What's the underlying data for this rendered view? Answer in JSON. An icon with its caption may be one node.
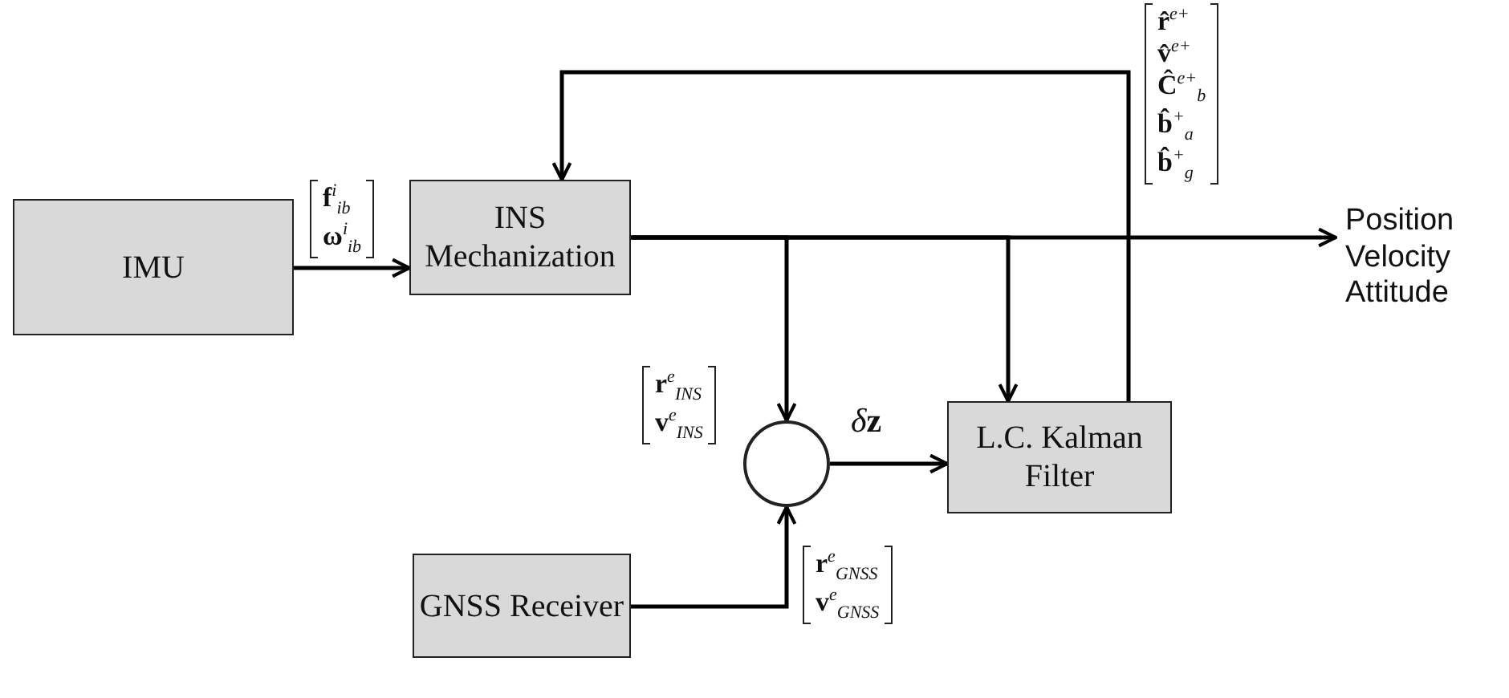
{
  "diagram": {
    "nodes": [
      {
        "text": [
          "IMU"
        ]
      },
      {
        "text": [
          "INS Mechanization"
        ]
      },
      {
        "text": [],
        "shape": "circle"
      },
      {
        "text": [
          "L.C. Kalman Filter"
        ]
      },
      {
        "text": [
          "GNSS Receiver"
        ]
      },
      {
        "text": [
          "Position Velocity Attitude"
        ]
      }
    ],
    "edges": [
      {
        "from": 0,
        "to": 1,
        "arrow": "to",
        "label": "**f**$^{i}$$_{ib}$ **ω**$^{i}$$_{ib}$"
      },
      {
        "from": 1,
        "to": 5,
        "arrow": "to"
      },
      {
        "from": 1,
        "to": 2,
        "arrow": "to",
        "label": "**r**$^{e}$$_{INS}$ **v**$^{e}$$_{INS}$"
      },
      {
        "from": 1,
        "to": 3,
        "arrow": "to"
      },
      {
        "from": 4,
        "to": 2,
        "arrow": "to",
        "label": "**r**$^{e}$$_{GNSS}$ **v**$^{e}$$_{GNSS}$"
      },
      {
        "from": 2,
        "to": 3,
        "arrow": "to",
        "label": "δ**z**"
      },
      {
        "from": 3,
        "to": 1,
        "arrow": "to",
        "label": "**r̂**$^{e+}$ **v̂**$^{e+}$ **Ĉ**$^{e+}$$_{b}$ **b̂**$^{+}$$_{a}$ **b̂**$^{+}$$_{g}$"
      }
    ]
  }
}
